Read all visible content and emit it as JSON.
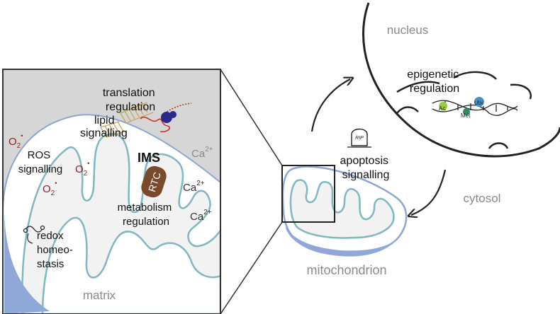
{
  "labels": {
    "translation": [
      "translation",
      "regulation"
    ],
    "lipid": [
      "lipid",
      "signalling"
    ],
    "ros": [
      "ROS",
      "signalling"
    ],
    "ims": "IMS",
    "rtc": "RTC",
    "metabolism": [
      "metabolism",
      "regulation"
    ],
    "redox": [
      "redox",
      "homeo-",
      "stasis"
    ],
    "matrix": "matrix",
    "nucleus": "nucleus",
    "epigenetic": [
      "epigenetic",
      "regulation"
    ],
    "apoptosis": [
      "apoptosis",
      "signalling"
    ],
    "cytosol": "cytosol",
    "mitochondrion": "mitochondrion",
    "tombstone": "RIP",
    "o2": "O",
    "o2_sub": "2",
    "o2_dot": "•",
    "ca": "Ca",
    "ca_sup": "2+",
    "ac": "Ac",
    "met": "Met",
    "ubi": "Ubi"
  },
  "colors": {
    "membrane": "#7fb8c0",
    "outer_membrane": "#8ea6d6",
    "ims_fill": "#dcdcdc",
    "matrix_fill": "#ffffff",
    "zoom_bg": "#d6d6d6",
    "rtc": "#7a4a2a",
    "o2": "#9b1b1b",
    "grey_text": "#8a8a8a",
    "blob": "#8fa8d8",
    "ac_dot": "#9ccc3a",
    "met_dot": "#2e8b57",
    "ubi_dot": "#4a90c8",
    "ribosome": "#2a2a8a",
    "mrna": "#c0392b"
  }
}
